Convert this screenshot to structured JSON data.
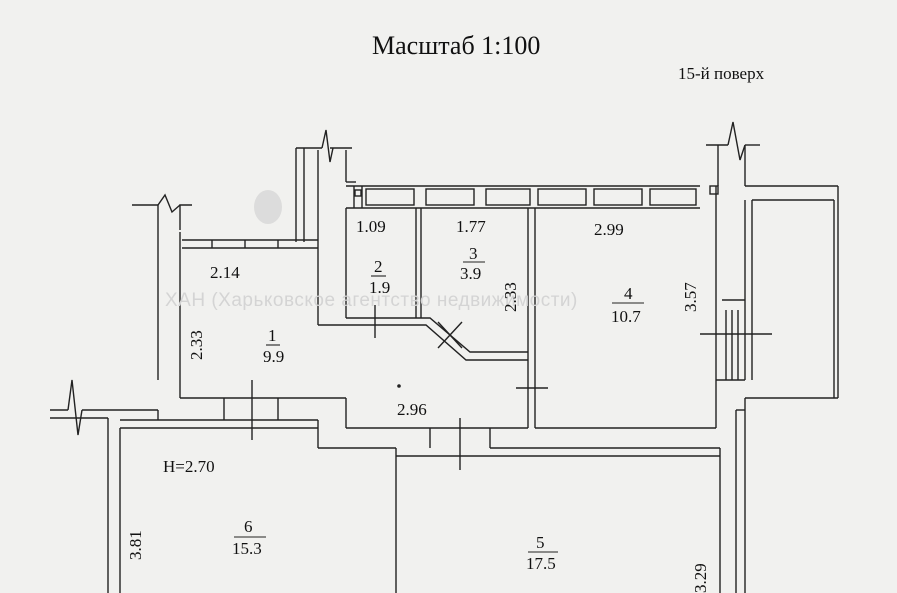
{
  "title": "Масштаб 1:100",
  "floor": "15-й поверх",
  "watermark": "ХАН (Харьковское агентство недвижимости)",
  "height_label": "H=2.70",
  "rooms": [
    {
      "number": "1",
      "area": "9.9"
    },
    {
      "number": "2",
      "area": "1.9"
    },
    {
      "number": "3",
      "area": "3.9"
    },
    {
      "number": "4",
      "area": "10.7"
    },
    {
      "number": "5",
      "area": "17.5"
    },
    {
      "number": "6",
      "area": "15.3"
    }
  ],
  "dimensions": {
    "d_1_09": "1.09",
    "d_1_77": "1.77",
    "d_2_99": "2.99",
    "d_2_14": "2.14",
    "d_2_33_left": "2.33",
    "d_2_33_room3": "2.33",
    "d_3_57": "3.57",
    "d_2_96": "2.96",
    "d_3_81": "3.81",
    "d_3_29": "3.29"
  },
  "colors": {
    "background": "#f1f1ef",
    "line": "#222222",
    "watermark": "#d4d4d4"
  }
}
